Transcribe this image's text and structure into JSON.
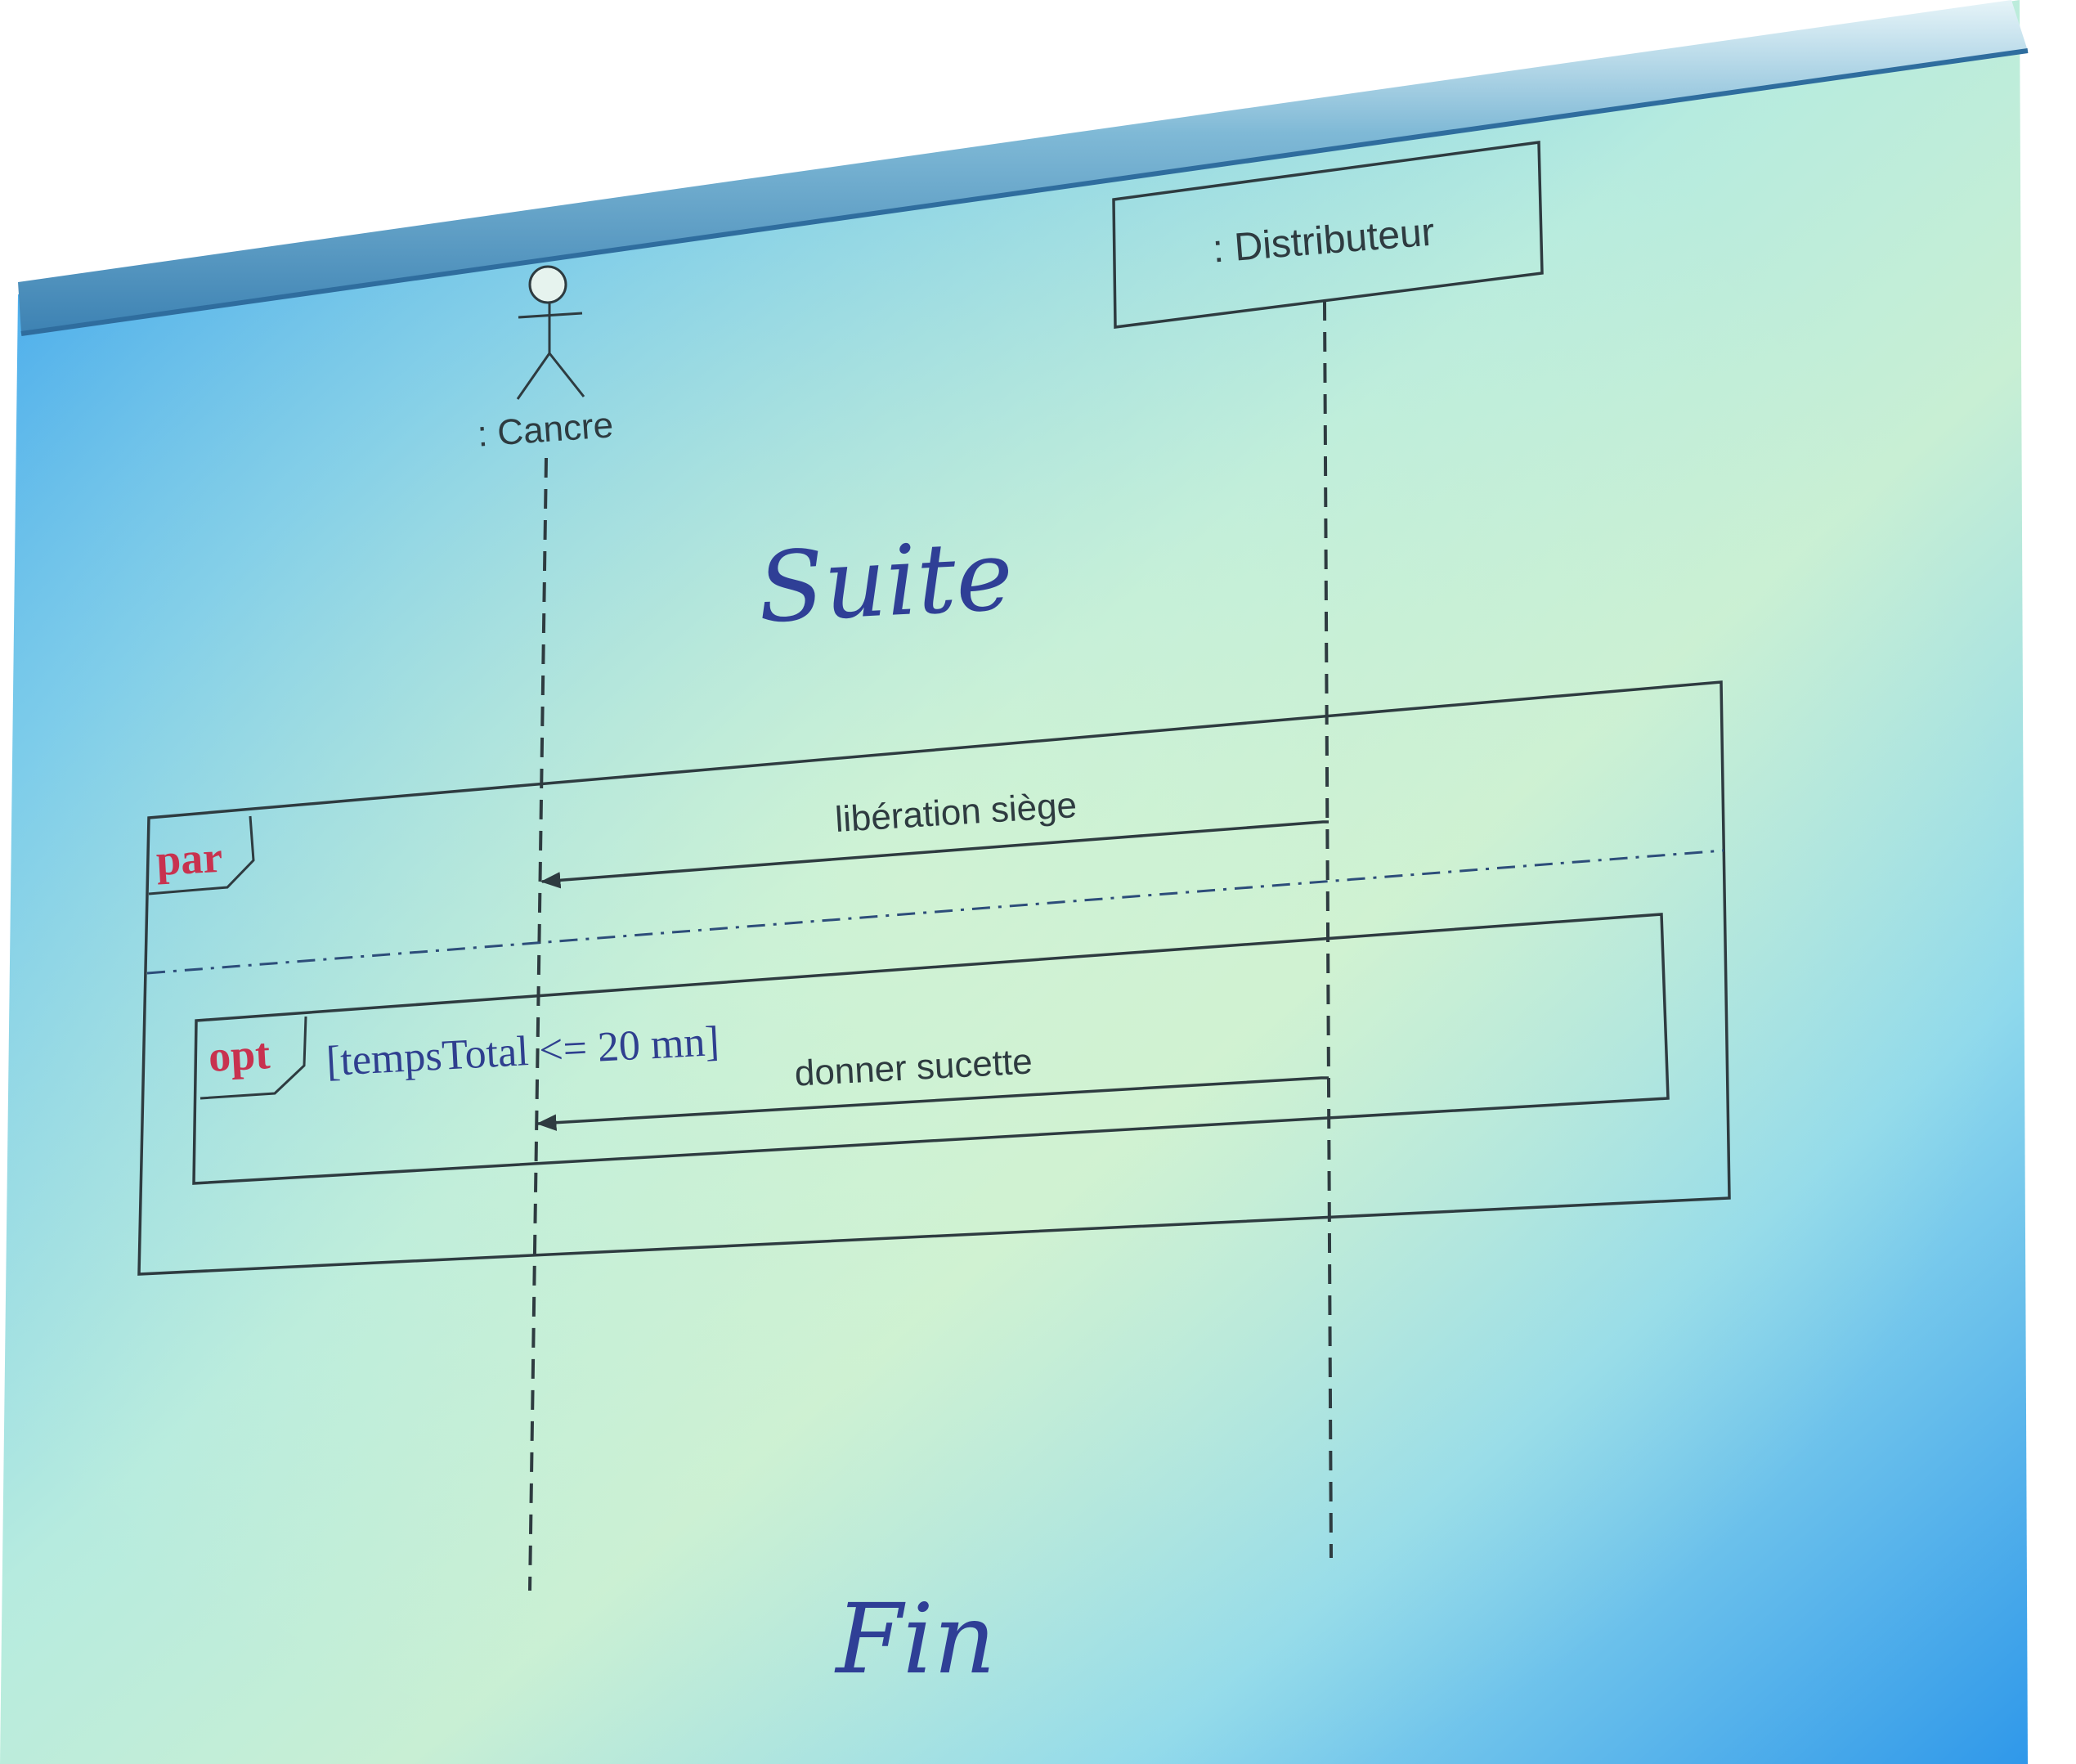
{
  "lifelines": {
    "actor_label": ": Cancre",
    "object_label": ": Distributeur"
  },
  "headings": {
    "suite": "Suite",
    "fin": "Fin"
  },
  "fragments": {
    "par": {
      "operator": "par"
    },
    "opt": {
      "operator": "opt",
      "guard": "[tempsTotal <= 20 mn]"
    }
  },
  "messages": [
    {
      "label": "libération siège",
      "from": ": Distributeur",
      "to": ": Cancre"
    },
    {
      "label": "donner sucette",
      "from": ": Distributeur",
      "to": ": Cancre"
    }
  ],
  "colors": {
    "slide_blue": "#3a9fe8",
    "slide_light": "#c6eed6",
    "line": "#2e3b40",
    "keyword": "#c8324f",
    "heading": "#2f3f96",
    "guard_text": "#2f3f8f"
  }
}
